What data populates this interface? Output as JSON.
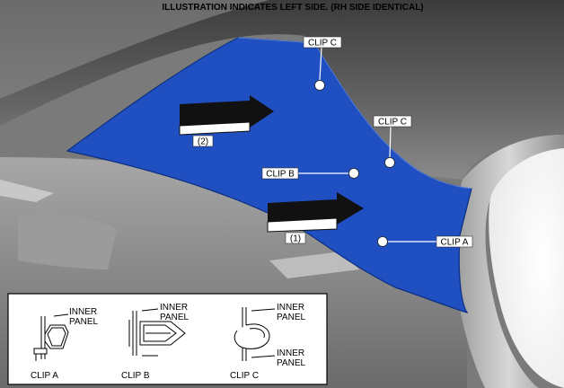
{
  "title": "ILLUSTRATION INDICATES LEFT SIDE. (RH SIDE IDENTICAL)",
  "callouts": {
    "clip_c_top": "CLIP C",
    "clip_c_right": "CLIP C",
    "clip_b": "CLIP B",
    "clip_a": "CLIP A",
    "arrow_1": "(1)",
    "arrow_2": "(2)"
  },
  "inset": {
    "clip_a": {
      "name": "CLIP A",
      "panel_line1": "INNER",
      "panel_line2": "PANEL"
    },
    "clip_b": {
      "name": "CLIP B",
      "panel_line1": "INNER",
      "panel_line2": "PANEL"
    },
    "clip_c": {
      "name": "CLIP C",
      "upper_line1": "INNER",
      "upper_line2": "PANEL",
      "lower_line1": "INNER",
      "lower_line2": "PANEL"
    }
  },
  "colors": {
    "panel_blue": "#1f4fc0",
    "interior_gray": "#8d8d8d",
    "headliner_dark": "#4a4a4a"
  }
}
